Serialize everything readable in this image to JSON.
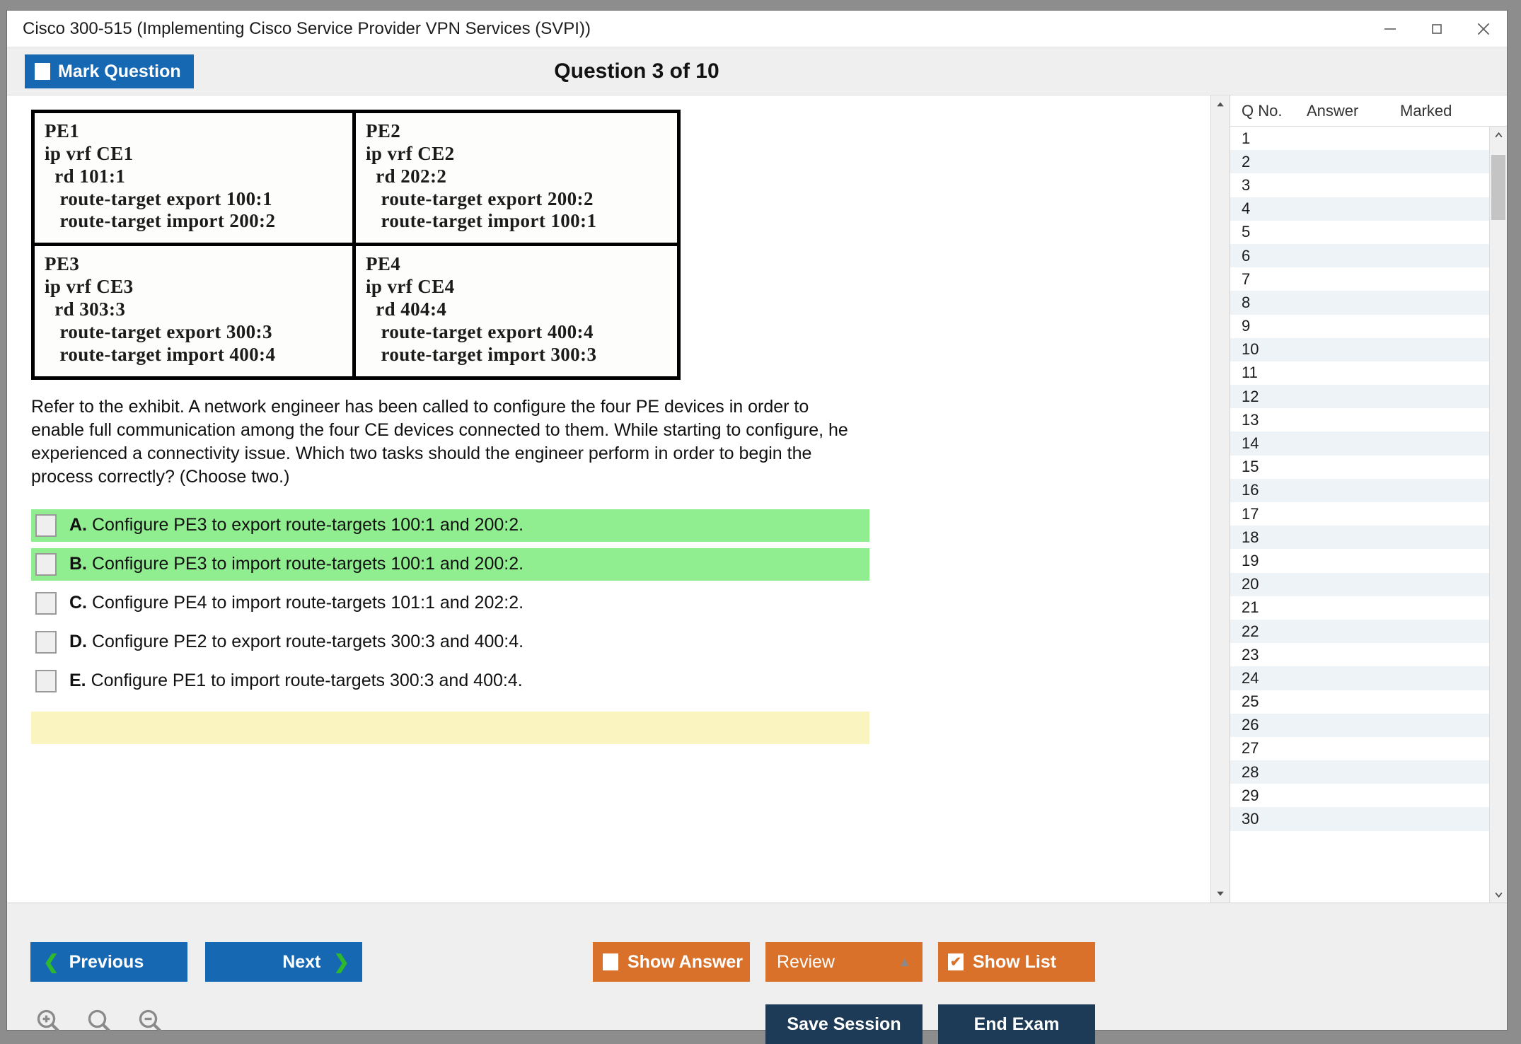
{
  "window": {
    "title": "Cisco 300-515 (Implementing Cisco Service Provider VPN Services (SVPI))",
    "minimize_icon": "minimize-icon",
    "maximize_icon": "maximize-icon",
    "close_icon": "close-icon"
  },
  "header": {
    "mark_question_label": "Mark Question",
    "mark_question_checked": false,
    "question_counter": "Question 3 of 10"
  },
  "exhibit": {
    "quadrants": [
      {
        "name": "PE1",
        "text": "PE1\nip vrf CE1\n  rd 101:1\n   route-target export 100:1\n   route-target import 200:2"
      },
      {
        "name": "PE2",
        "text": "PE2\nip vrf CE2\n  rd 202:2\n   route-target export 200:2\n   route-target import 100:1"
      },
      {
        "name": "PE3",
        "text": "PE3\nip vrf CE3\n  rd 303:3\n   route-target export 300:3\n   route-target import 400:4"
      },
      {
        "name": "PE4",
        "text": "PE4\nip vrf CE4\n  rd 404:4\n   route-target export 400:4\n   route-target import 300:3"
      }
    ]
  },
  "question": {
    "text": "Refer to the exhibit. A network engineer has been called to configure the four PE devices in order to enable full communication among the four CE devices connected to them. While starting to configure, he experienced a connectivity issue. Which two tasks should the engineer perform in order to begin the process correctly? (Choose two.)",
    "options": [
      {
        "letter": "A.",
        "text": "Configure PE3 to export route-targets 100:1 and 200:2.",
        "highlighted": true,
        "checked": false
      },
      {
        "letter": "B.",
        "text": "Configure PE3 to import route-targets 100:1 and 200:2.",
        "highlighted": true,
        "checked": false
      },
      {
        "letter": "C.",
        "text": "Configure PE4 to import route-targets 101:1 and 202:2.",
        "highlighted": false,
        "checked": false
      },
      {
        "letter": "D.",
        "text": "Configure PE2 to export route-targets 300:3 and 400:4.",
        "highlighted": false,
        "checked": false
      },
      {
        "letter": "E.",
        "text": "Configure PE1 to import route-targets 300:3 and 400:4.",
        "highlighted": false,
        "checked": false
      }
    ]
  },
  "question_list": {
    "columns": [
      "Q No.",
      "Answer",
      "Marked"
    ],
    "rows": [
      {
        "no": "1",
        "answer": "",
        "marked": ""
      },
      {
        "no": "2",
        "answer": "",
        "marked": ""
      },
      {
        "no": "3",
        "answer": "",
        "marked": ""
      },
      {
        "no": "4",
        "answer": "",
        "marked": ""
      },
      {
        "no": "5",
        "answer": "",
        "marked": ""
      },
      {
        "no": "6",
        "answer": "",
        "marked": ""
      },
      {
        "no": "7",
        "answer": "",
        "marked": ""
      },
      {
        "no": "8",
        "answer": "",
        "marked": ""
      },
      {
        "no": "9",
        "answer": "",
        "marked": ""
      },
      {
        "no": "10",
        "answer": "",
        "marked": ""
      },
      {
        "no": "11",
        "answer": "",
        "marked": ""
      },
      {
        "no": "12",
        "answer": "",
        "marked": ""
      },
      {
        "no": "13",
        "answer": "",
        "marked": ""
      },
      {
        "no": "14",
        "answer": "",
        "marked": ""
      },
      {
        "no": "15",
        "answer": "",
        "marked": ""
      },
      {
        "no": "16",
        "answer": "",
        "marked": ""
      },
      {
        "no": "17",
        "answer": "",
        "marked": ""
      },
      {
        "no": "18",
        "answer": "",
        "marked": ""
      },
      {
        "no": "19",
        "answer": "",
        "marked": ""
      },
      {
        "no": "20",
        "answer": "",
        "marked": ""
      },
      {
        "no": "21",
        "answer": "",
        "marked": ""
      },
      {
        "no": "22",
        "answer": "",
        "marked": ""
      },
      {
        "no": "23",
        "answer": "",
        "marked": ""
      },
      {
        "no": "24",
        "answer": "",
        "marked": ""
      },
      {
        "no": "25",
        "answer": "",
        "marked": ""
      },
      {
        "no": "26",
        "answer": "",
        "marked": ""
      },
      {
        "no": "27",
        "answer": "",
        "marked": ""
      },
      {
        "no": "28",
        "answer": "",
        "marked": ""
      },
      {
        "no": "29",
        "answer": "",
        "marked": ""
      },
      {
        "no": "30",
        "answer": "",
        "marked": ""
      }
    ]
  },
  "footer": {
    "previous_label": "Previous",
    "next_label": "Next",
    "show_answer_label": "Show Answer",
    "show_answer_checked": false,
    "review_label": "Review",
    "show_list_label": "Show List",
    "show_list_checked": true,
    "show_list_check_glyph": "✔",
    "save_session_label": "Save Session",
    "end_exam_label": "End Exam",
    "zoom_in_icon": "zoom-in-icon",
    "zoom_reset_icon": "zoom-reset-icon",
    "zoom_out_icon": "zoom-out-icon"
  },
  "colors": {
    "primary_blue": "#1668b3",
    "accent_orange": "#d9712a",
    "navy": "#1d3a56",
    "correct_green": "#90ee90",
    "note_yellow": "#faf5c0",
    "chevron_green": "#2eb82e"
  }
}
